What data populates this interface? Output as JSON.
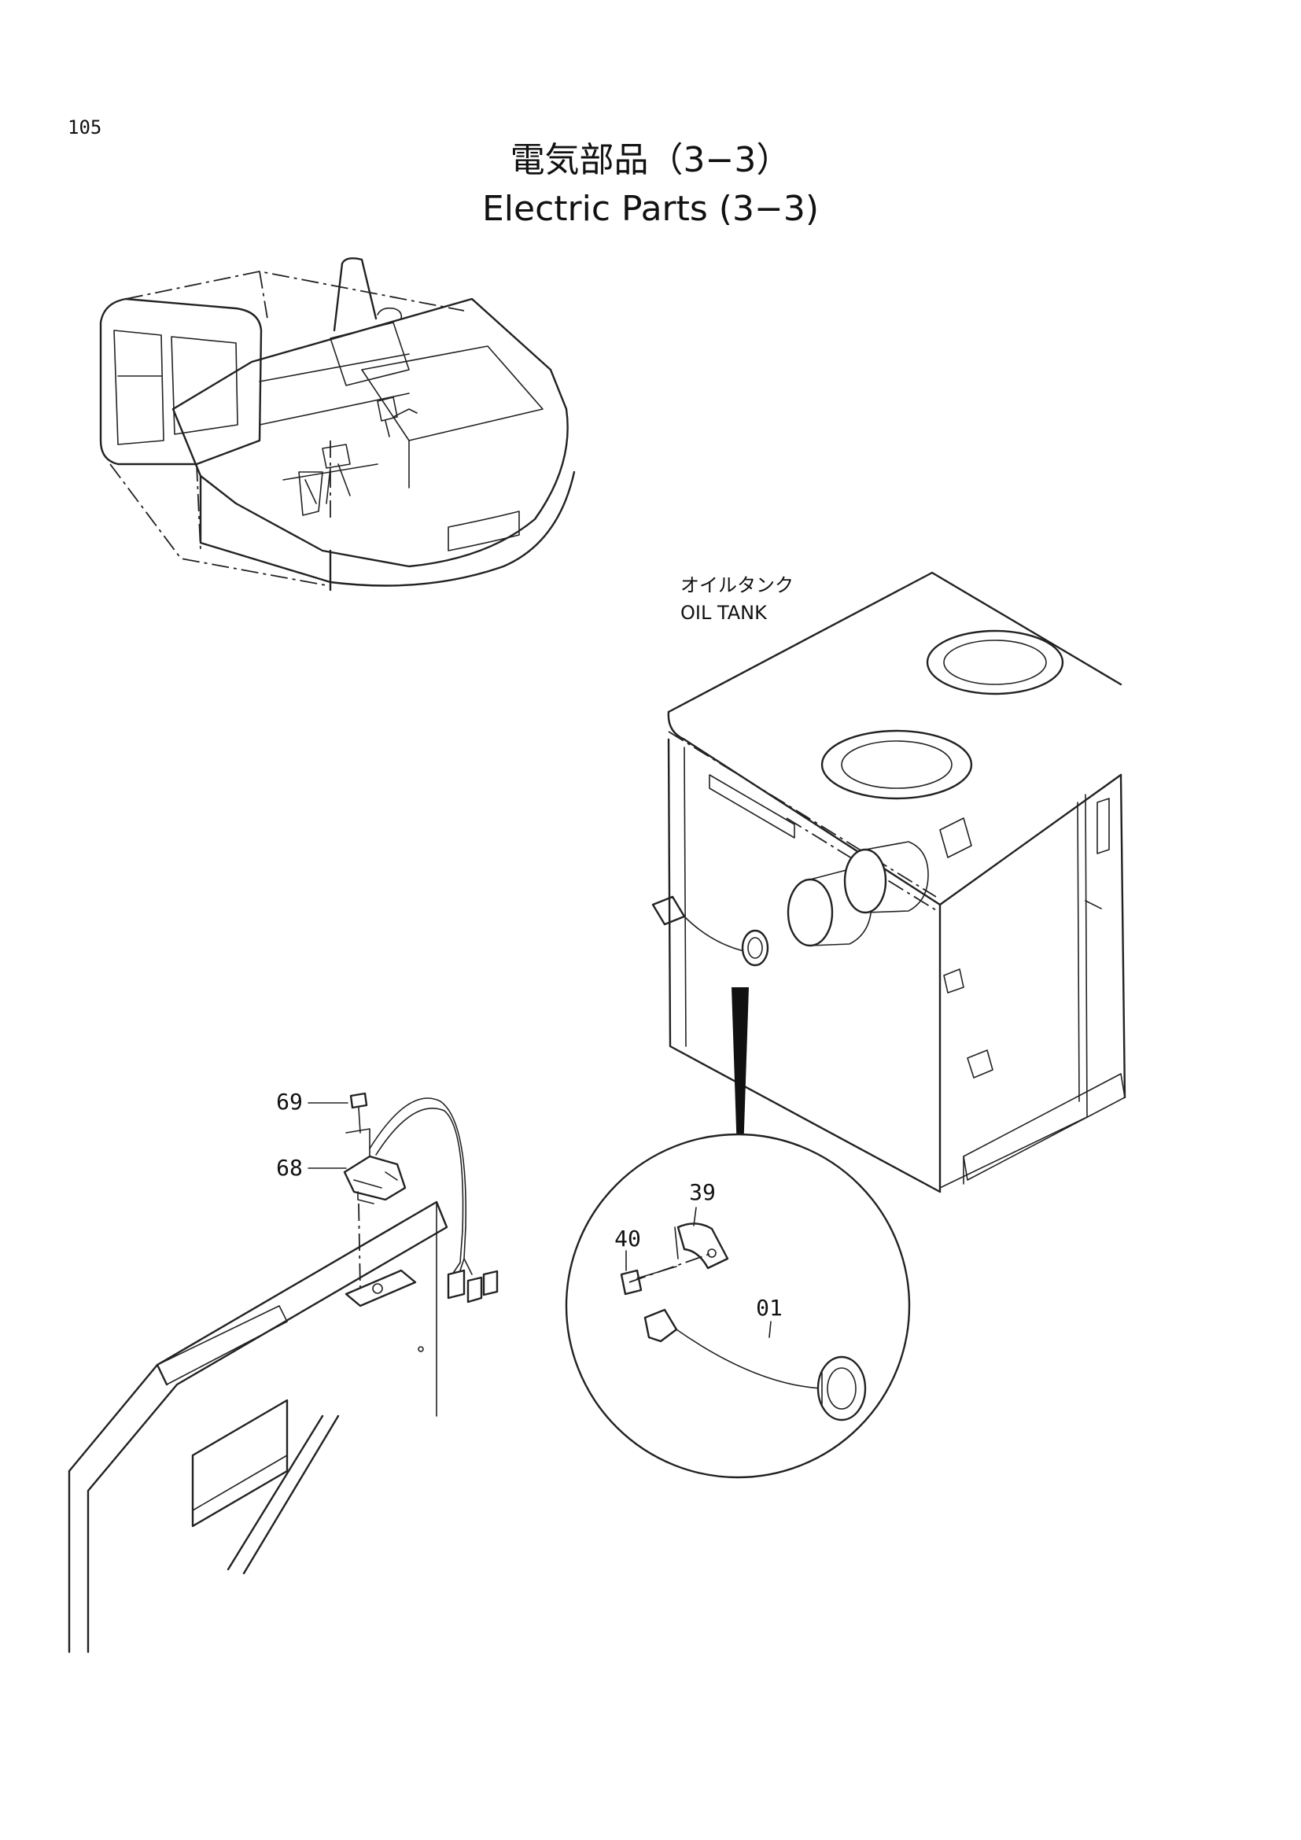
{
  "page_number": "105",
  "title_jp": "電気部品（3−3）",
  "title_en": "Electric Parts (3−3)",
  "location_label_jp": "オイルタンク",
  "location_label_en": "OIL TANK",
  "callouts": {
    "part_69": "69",
    "part_68": "68",
    "part_39": "39",
    "part_40": "40",
    "part_01": "01"
  }
}
